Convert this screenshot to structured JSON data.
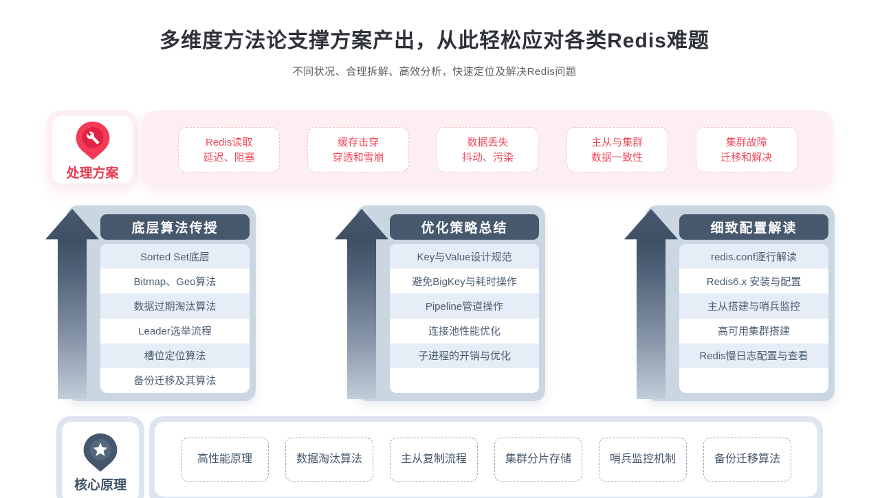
{
  "page": {
    "title": "多维度方法论支撑方案产出，从此轻松应对各类Redis难题",
    "subtitle": "不同状况、合理拆解、高效分析，快速定位及解决Redis问题"
  },
  "solutions": {
    "label": "处理方案",
    "icon": "wrench-pin-icon",
    "items": [
      {
        "line1": "Redis读取",
        "line2": "延迟、阻塞"
      },
      {
        "line1": "缓存击穿",
        "line2": "穿透和雪崩"
      },
      {
        "line1": "数据丢失",
        "line2": "抖动、污染"
      },
      {
        "line1": "主从与集群",
        "line2": "数据一致性"
      },
      {
        "line1": "集群故障",
        "line2": "迁移和解决"
      }
    ]
  },
  "columns": [
    {
      "header": "底层算法传授",
      "items": [
        "Sorted Set底层",
        "Bitmap、Geo算法",
        "数据过期淘汰算法",
        "Leader选举流程",
        "槽位定位算法",
        "备份迁移及其算法"
      ]
    },
    {
      "header": "优化策略总结",
      "items": [
        "Key与Value设计规范",
        "避免BigKey与耗时操作",
        "Pipeline管道操作",
        "连接池性能优化",
        "子进程的开销与优化"
      ]
    },
    {
      "header": "细致配置解读",
      "items": [
        "redis.conf逐行解读",
        "Redis6.x 安装与配置",
        "主从搭建与哨兵监控",
        "高可用集群搭建",
        "Redis慢日志配置与查看"
      ]
    }
  ],
  "principles": {
    "label": "核心原理",
    "icon": "star-pin-icon",
    "items": [
      "高性能原理",
      "数据淘汰算法",
      "主从复制流程",
      "集群分片存储",
      "哨兵监控机制",
      "备份迁移算法"
    ]
  },
  "colors": {
    "accent_red": "#f43b56",
    "accent_red_dark": "#e02344",
    "pink_bg": "#fdeff1",
    "slate_dark": "#47586d",
    "slate_pin_inner": "#54687d",
    "panel_blue": "#cbd6e3",
    "row_stripe": "#e7edf6",
    "bottom_bg": "#dee5f0"
  }
}
